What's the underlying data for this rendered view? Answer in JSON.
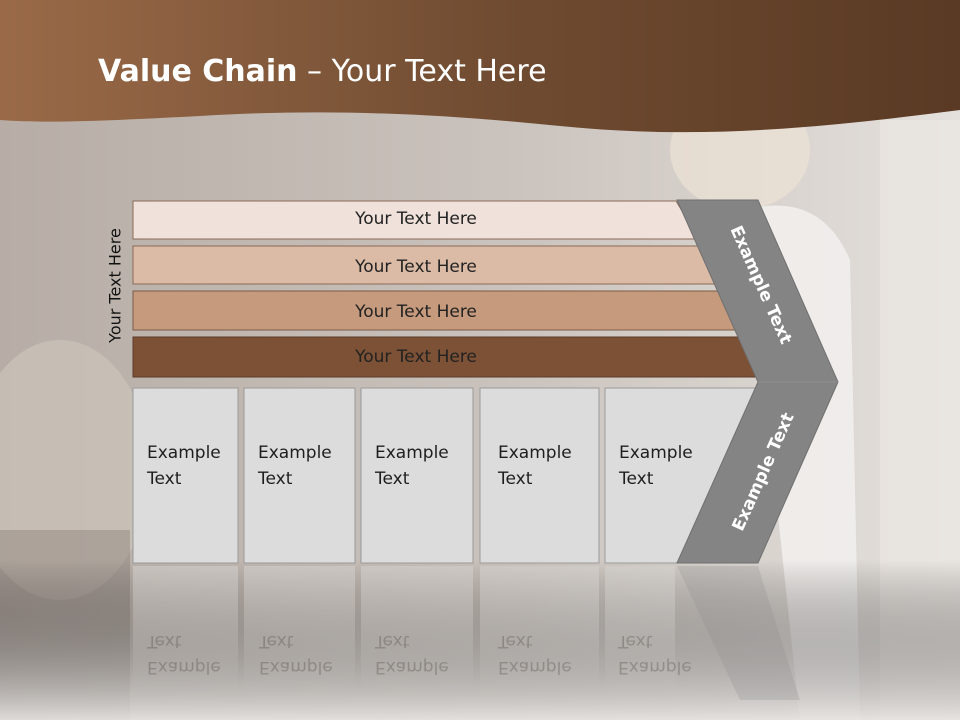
{
  "title": {
    "bold": "Value Chain",
    "rest": " – Your Text Here"
  },
  "side_label": "Your Text Here",
  "bars": [
    {
      "label": "Your Text Here",
      "color": "#f0e2da"
    },
    {
      "label": "Your Text Here",
      "color": "#dcbba6"
    },
    {
      "label": "Your Text Here",
      "color": "#c69a7c"
    },
    {
      "label": "Your Text Here",
      "color": "#7d5135"
    }
  ],
  "cells": [
    {
      "line1": "Example",
      "line2": "Text"
    },
    {
      "line1": "Example",
      "line2": "Text"
    },
    {
      "line1": "Example",
      "line2": "Text"
    },
    {
      "line1": "Example",
      "line2": "Text"
    },
    {
      "line1": "Example",
      "line2": "Text"
    }
  ],
  "chevron_top": "Example Text",
  "chevron_bottom": "Example Text",
  "colors": {
    "header": "#6a452a",
    "chevron": "#848484",
    "cell": "#dcdcdc"
  }
}
